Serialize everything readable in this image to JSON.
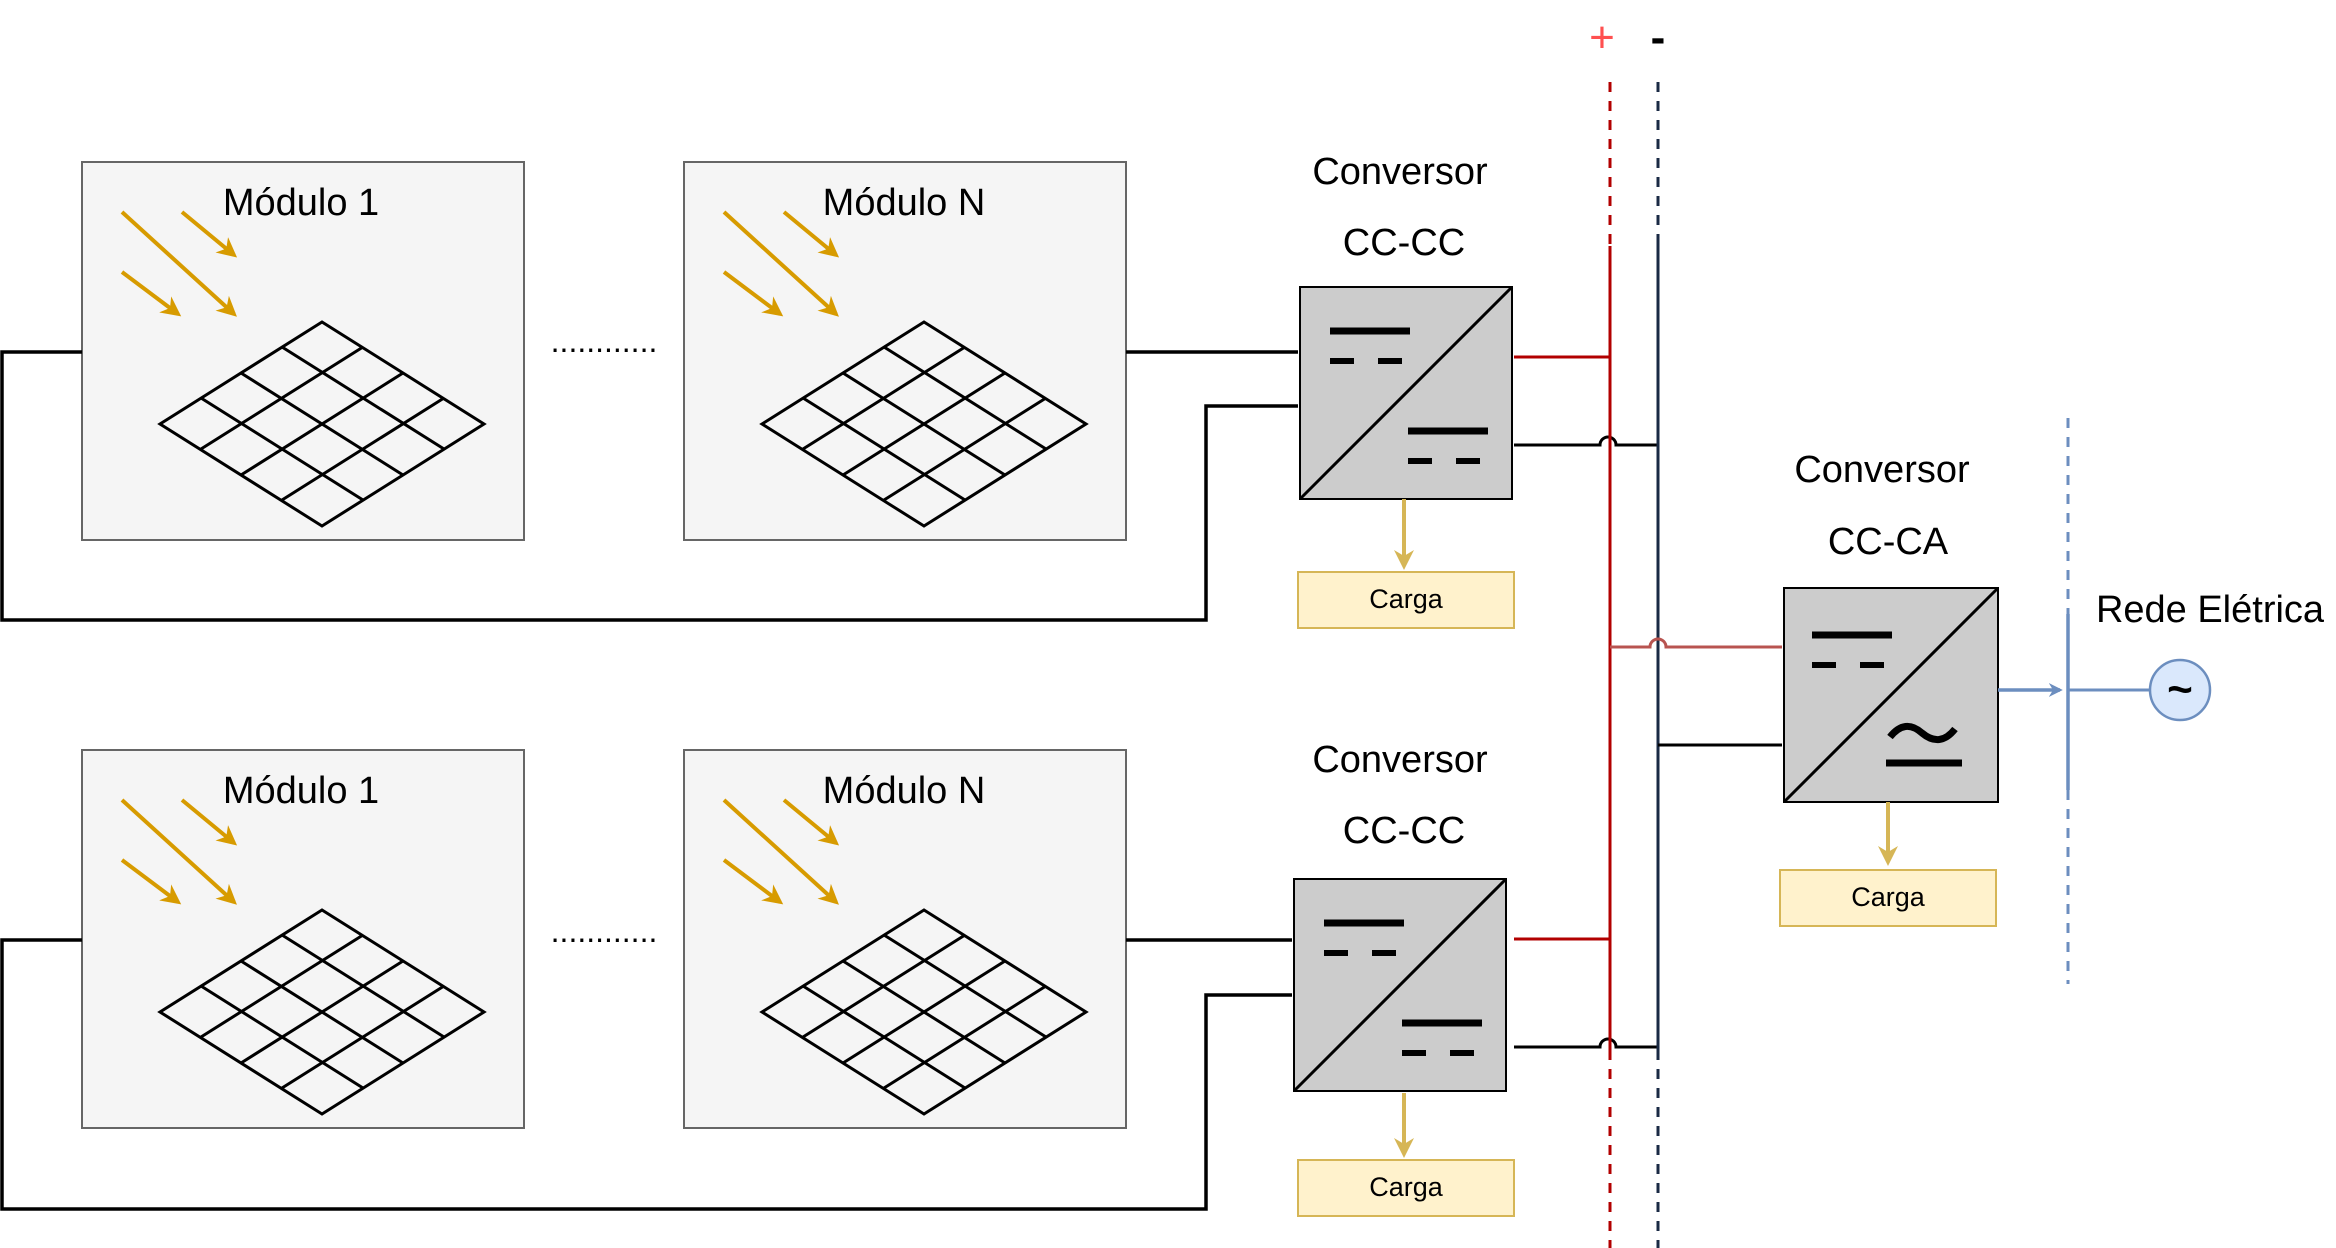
{
  "polarity": {
    "plus": "+",
    "minus": "-"
  },
  "strings": [
    {
      "module_first": "Módulo 1",
      "module_last": "Módulo N",
      "ellipsis": "............",
      "converter_line1": "Conversor",
      "converter_line2": "CC-CC",
      "load": "Carga"
    },
    {
      "module_first": "Módulo 1",
      "module_last": "Módulo N",
      "ellipsis": "............",
      "converter_line1": "Conversor",
      "converter_line2": "CC-CC",
      "load": "Carga"
    }
  ],
  "inverter": {
    "line1": "Conversor",
    "line2": "CC-CA",
    "load": "Carga"
  },
  "grid": {
    "label": "Rede Elétrica",
    "symbol": "~"
  },
  "colors": {
    "module_fill": "#f5f5f5",
    "module_stroke": "#666666",
    "converter_fill": "#cccccc",
    "load_fill": "#fff2cc",
    "load_stroke": "#d6b656",
    "sun_arrow": "#d79b00",
    "positive_bus": "#b20000",
    "negative_bus": "#000000",
    "plus_sign": "#ff5050",
    "grid_line": "#6c8ebf",
    "grid_circle_fill": "#dae8fc"
  },
  "icons": [
    "pv-panel-icon",
    "sun-rays-icon",
    "dc-symbol-icon",
    "ac-symbol-icon",
    "ac-source-icon"
  ]
}
